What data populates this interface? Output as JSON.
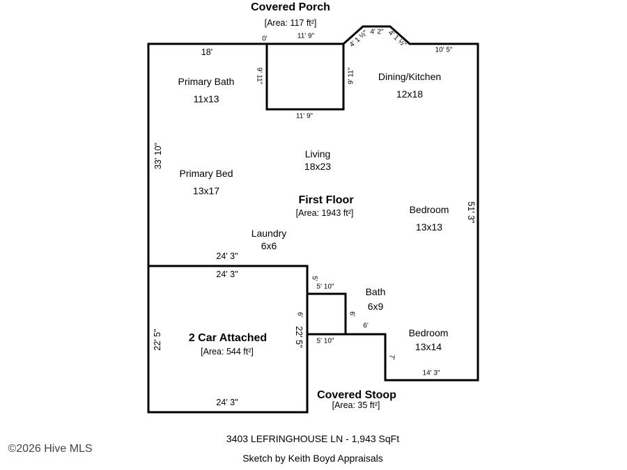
{
  "areas": {
    "covered_porch": {
      "title": "Covered Porch",
      "area": "[Area: 117 ft²]"
    },
    "first_floor": {
      "title": "First Floor",
      "area": "[Area: 1943 ft²]"
    },
    "garage": {
      "title": "2 Car Attached",
      "area": "[Area: 544 ft²]"
    },
    "covered_stoop": {
      "title": "Covered Stoop",
      "area": "[Area: 35 ft²]"
    }
  },
  "rooms": {
    "primary_bath": {
      "name": "Primary Bath",
      "size": "11x13"
    },
    "dining_kitchen": {
      "name": "Dining/Kitchen",
      "size": "12x18"
    },
    "living": {
      "name": "Living",
      "size": "18x23"
    },
    "primary_bed": {
      "name": "Primary Bed",
      "size": "13x17"
    },
    "bedroom_1": {
      "name": "Bedroom",
      "size": "13x13"
    },
    "laundry": {
      "name": "Laundry",
      "size": "6x6"
    },
    "bath": {
      "name": "Bath",
      "size": "6x9"
    },
    "bedroom_2": {
      "name": "Bedroom",
      "size": "13x14"
    }
  },
  "dimensions": {
    "top_left_18": "18'",
    "porch_top": "11' 9\"",
    "porch_bottom": "11' 9\"",
    "porch_left": "9' 11\"",
    "porch_right": "9' 11\"",
    "porch_corner": "0'",
    "bay_left": "4' 1 ½\"",
    "bay_top": "4' 2\"",
    "bay_right": "4' 1 ½\"",
    "top_right": "10' 5\"",
    "left_side": "33' 10\"",
    "right_side": "51' 3\"",
    "garage_top_outer": "24' 3\"",
    "garage_top_inner": "24' 3\"",
    "garage_left": "22' 5\"",
    "garage_right_outer": "22' 5\"",
    "garage_right_inner": "6'",
    "garage_bottom": "24' 3\"",
    "garage_notch": "5'",
    "bath_top": "5' 10\"",
    "bath_side": "6'",
    "step_top": "6'",
    "stoop_bottom": "5' 10\"",
    "step_down": "7'",
    "bottom_right": "14' 3\""
  },
  "footer": {
    "address": "3403 LEFRINGHOUSE LN - 1,943 SqFt",
    "credit": "Sketch by Keith Boyd Appraisals",
    "copyright": "©2026 Hive MLS"
  }
}
